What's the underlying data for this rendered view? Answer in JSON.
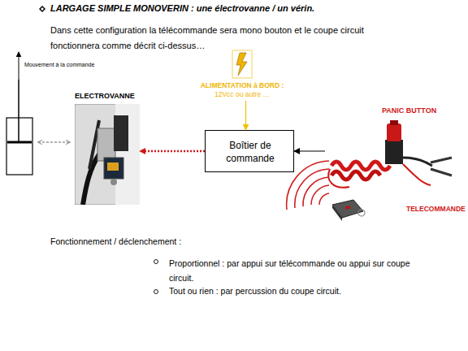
{
  "diagram": {
    "title": "LARGAGE SIMPLE MONOVERIN : une électrovanne / un vérin.",
    "nodes": [
      {
        "text": [
          "Boîtier de commande"
        ]
      },
      {
        "text": [
          "ALIMENTATION à BORD :",
          "12Vcc ou autre …"
        ]
      },
      {
        "text": [
          "ELECTROVANNE"
        ]
      },
      {
        "text": [
          "PANIC BUTTON"
        ]
      },
      {
        "text": [
          "TELECOMMANDE"
        ]
      }
    ],
    "edges": [
      {
        "from": 1,
        "to": 0,
        "arrow": "to"
      },
      {
        "from": 0,
        "to": 2,
        "arrow": "to"
      },
      {
        "from": 3,
        "to": 0,
        "arrow": "to"
      }
    ],
    "labels": [
      "Dans cette configuration la télécommande sera mono bouton et le coupe circuit fonctionnera comme décrit ci-dessus…",
      "Mouvement à la commande",
      "Fonctionnement / déclenchement :",
      "Proportionnel : par appui sur télécommande ou appui sur coupe circuit.",
      "Tout ou rien : par percussion du coupe circuit."
    ]
  }
}
